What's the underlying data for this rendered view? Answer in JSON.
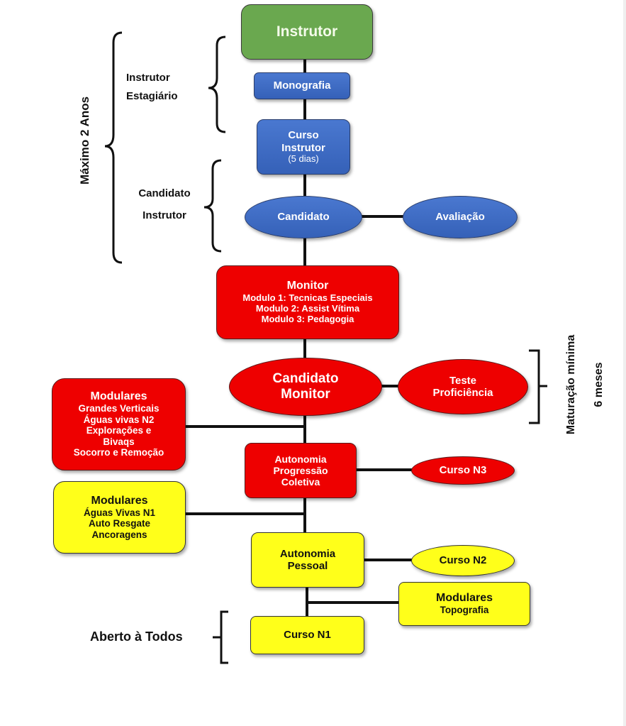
{
  "nodes": {
    "instrutor": {
      "title": "Instrutor"
    },
    "monografia": {
      "title": "Monografia"
    },
    "curso_instrutor": {
      "line1": "Curso",
      "line2": "Instrutor",
      "note": "(5 dias)"
    },
    "candidato": {
      "title": "Candidato"
    },
    "avaliacao": {
      "title": "Avaliação"
    },
    "monitor": {
      "title": "Monitor",
      "lines": [
        "Modulo 1: Tecnicas Especiais",
        "Modulo 2: Assist Vítima",
        "Modulo 3: Pedagogia"
      ]
    },
    "candidato_monitor": {
      "line1": "Candidato",
      "line2": "Monitor"
    },
    "teste_proficiencia": {
      "line1": "Teste",
      "line2": "Proficiência"
    },
    "modulares_red": {
      "title": "Modulares",
      "lines": [
        "Grandes Verticais",
        "Águas vivas N2",
        "Explorações e",
        "Bivaqs",
        "Socorro e Remoção"
      ]
    },
    "autonomia_coletiva": {
      "line1": "Autonomia",
      "line2": "Progressão",
      "line3": "Coletiva"
    },
    "curso_n3": {
      "title": "Curso N3"
    },
    "modulares_yellow": {
      "title": "Modulares",
      "lines": [
        "Águas Vivas N1",
        "Auto Resgate",
        "Ancoragens"
      ]
    },
    "autonomia_pessoal": {
      "line1": "Autonomia",
      "line2": "Pessoal"
    },
    "curso_n2": {
      "title": "Curso N2"
    },
    "modulares_topografia": {
      "title": "Modulares",
      "lines": [
        "Topografia"
      ]
    },
    "curso_n1": {
      "title": "Curso N1"
    }
  },
  "annotations": {
    "maximo": "Máximo 2 Anos",
    "instrutor_estagiario": [
      "Instrutor",
      "Estagiário"
    ],
    "candidato_instrutor": [
      "Candidato",
      "Instrutor"
    ],
    "maturacao": "Maturação mínima",
    "seis_meses": "6 meses",
    "aberto": "Aberto à Todos"
  },
  "colors": {
    "instructor": "#6aa84f",
    "instructor_track": "#3561b8",
    "monitor_track": "#ee0000",
    "basic_track": "#ffff1a"
  }
}
